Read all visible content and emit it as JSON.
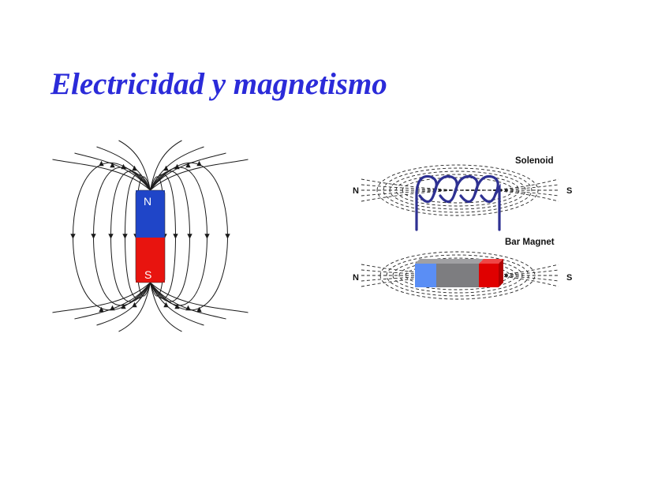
{
  "title": "Electricidad y magnetismo",
  "figures": {
    "bar_magnet_field": {
      "north_label": "N",
      "south_label": "S",
      "colors": {
        "north": "#1f45c8",
        "south": "#e8140f",
        "field_line": "#1a1a1a"
      }
    },
    "comparison": {
      "solenoid": {
        "label": "Solenoid",
        "north_label": "N",
        "south_label": "S",
        "coil_color": "#2e3192"
      },
      "bar_magnet": {
        "label": "Bar Magnet",
        "north_label": "N",
        "south_label": "S",
        "colors": {
          "north": "#5a8ef5",
          "middle": "#7d7d80",
          "south": "#e00000"
        }
      }
    }
  },
  "colors": {
    "title": "#2b2bd9"
  }
}
